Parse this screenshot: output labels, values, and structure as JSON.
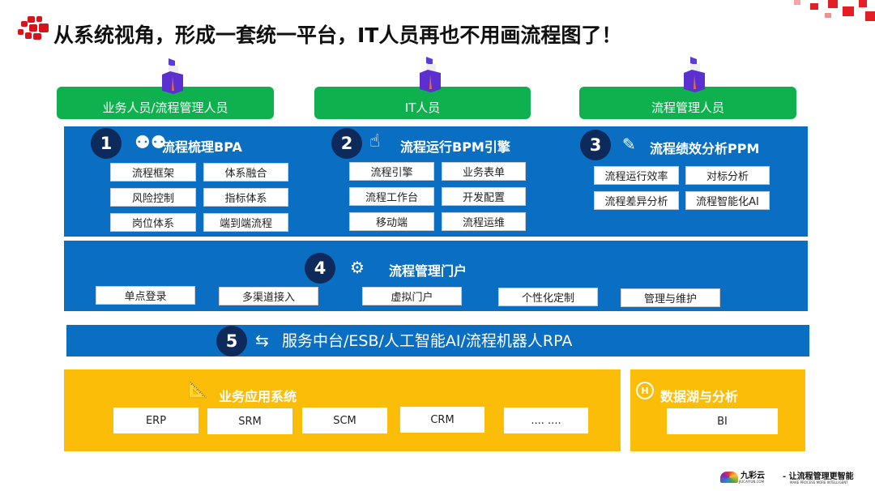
{
  "title": "从系统视角，形成一套统一平台，IT人员再也不用画流程图了！",
  "roles": [
    "业务人员/流程管理人员",
    "IT人员",
    "流程管理人员"
  ],
  "s1": {
    "num": "1",
    "title": "流程梳理BPA",
    "items": [
      "流程框架",
      "体系融合",
      "风险控制",
      "指标体系",
      "岗位体系",
      "端到端流程"
    ]
  },
  "s2": {
    "num": "2",
    "title": "流程运行BPM引擎",
    "items": [
      "流程引擎",
      "业务表单",
      "流程工作台",
      "开发配置",
      "移动端",
      "流程运维"
    ]
  },
  "s3": {
    "num": "3",
    "title": "流程绩效分析PPM",
    "items": [
      "流程运行效率",
      "对标分析",
      "流程差异分析",
      "流程智能化AI"
    ]
  },
  "s4": {
    "num": "4",
    "title": "流程管理门户",
    "items": [
      "单点登录",
      "多渠道接入",
      "虚拟门户",
      "个性化定制",
      "管理与维护"
    ]
  },
  "s5": {
    "num": "5",
    "title": "服务中台/ESB/人工智能AI/流程机器人RPA"
  },
  "apps": {
    "title": "业务应用系统",
    "items": [
      "ERP",
      "SRM",
      "SCM",
      "CRM",
      ".... ...."
    ]
  },
  "lake": {
    "title": "数据湖与分析",
    "items": [
      "BI"
    ]
  },
  "footer": {
    "brand": "九彩云",
    "domain": "JIUCAIYUN.COM",
    "slogan": "让流程管理更智能",
    "slogan_en": "MAKE PROCESS MORE INTELLIGENT"
  }
}
